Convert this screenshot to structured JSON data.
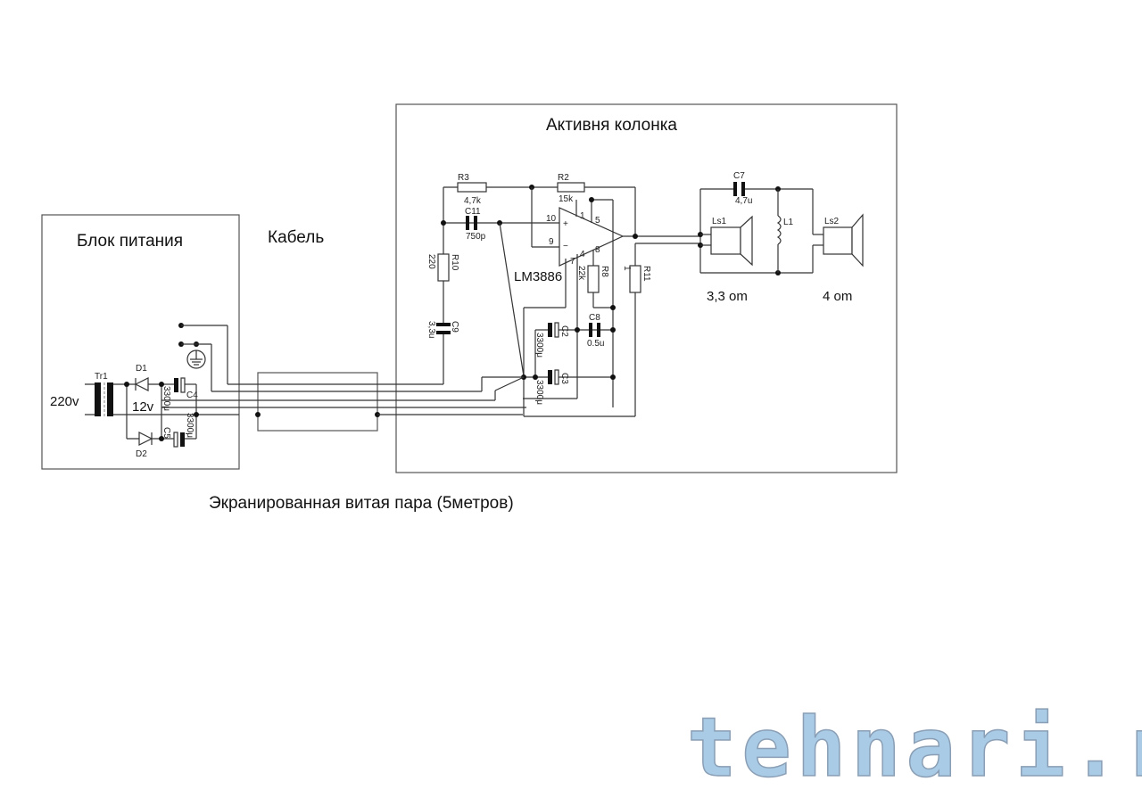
{
  "blocks": {
    "power_supply": "Блок питания",
    "cable": "Кабель",
    "active_speaker": "Активня колонка",
    "cable_caption": "Экранированная витая пара (5метров)"
  },
  "power": {
    "mains": "220v",
    "tr1": "Tr1",
    "d1": "D1",
    "d2": "D2",
    "out_voltage": "12v",
    "c4": "C4",
    "c4_value": "3300μ",
    "c5": "C5",
    "c5_value": "3300μ"
  },
  "amp": {
    "ic": "LM3886",
    "r3": "R3",
    "r3_value": "4,7k",
    "r2": "R2",
    "r2_value": "15k",
    "c11": "C11",
    "c11_value": "750p",
    "r10": "R10",
    "r10_value": "220",
    "c9": "C9",
    "c9_value": "3,3u",
    "r8": "R8",
    "r8_value": "22k",
    "r11": "R11",
    "r11_value": "1",
    "c2": "C2",
    "c2_value": "3300μ",
    "c3": "C3",
    "c3_value": "3300μ",
    "c8": "C8",
    "c8_value": "0.5u",
    "pins": {
      "p1": "1",
      "p5": "5",
      "p10": "10",
      "p9": "9",
      "p8": "8",
      "p4": "4",
      "p7": "7",
      "plus": "+",
      "minus": "−"
    }
  },
  "crossover": {
    "c7": "C7",
    "c7_value": "4,7u",
    "l1": "L1",
    "ls1": "Ls1",
    "ls1_impedance": "3,3 om",
    "ls2": "Ls2",
    "ls2_impedance": "4 om"
  },
  "watermark": "tehnari.ru"
}
